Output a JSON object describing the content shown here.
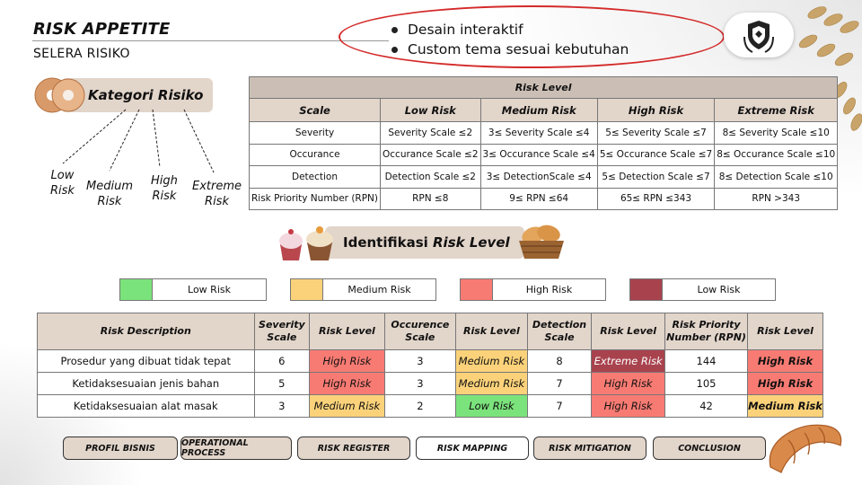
{
  "header": {
    "title": "RISK APPETITE",
    "subtitle": "SELERA RISIKO"
  },
  "notes": [
    "Desain interaktif",
    "Custom tema sesuai kebutuhan"
  ],
  "kategori": {
    "title": "Kategori Risiko",
    "items": [
      {
        "line1": "Low",
        "line2": "Risk"
      },
      {
        "line1": "Medium",
        "line2": "Risk"
      },
      {
        "line1": "High",
        "line2": "Risk"
      },
      {
        "line1": "Extreme",
        "line2": "Risk"
      }
    ]
  },
  "risk_level_table": {
    "title": "Risk Level",
    "columns": [
      "Scale",
      "Low Risk",
      "Medium Risk",
      "High Risk",
      "Extreme Risk"
    ],
    "rows": [
      [
        "Severity",
        "Severity Scale ≤2",
        "3≤ Severity Scale ≤4",
        "5≤ Severity Scale ≤7",
        "8≤ Severity Scale ≤10"
      ],
      [
        "Occurance",
        "Occurance Scale ≤2",
        "3≤ Occurance Scale ≤4",
        "5≤ Occurance Scale ≤7",
        "8≤ Occurance Scale ≤10"
      ],
      [
        "Detection",
        "Detection Scale ≤2",
        "3≤ DetectionScale ≤4",
        "5≤ Detection Scale ≤7",
        "8≤ Detection Scale ≤10"
      ],
      [
        "Risk Priority Number (RPN)",
        "RPN ≤8",
        "9≤ RPN ≤64",
        "65≤ RPN ≤343",
        "RPN >343"
      ]
    ]
  },
  "identifikasi": {
    "title_plain": "Identifikasi ",
    "title_italic": "Risk Level"
  },
  "legend": [
    {
      "label": "Low Risk",
      "color": "#7be37b"
    },
    {
      "label": "Medium Risk",
      "color": "#fbd27a"
    },
    {
      "label": "High Risk",
      "color": "#f87b73"
    },
    {
      "label": "Low Risk",
      "color": "#a8434e"
    }
  ],
  "level_colors": {
    "Low Risk": "#7be37b",
    "Medium Risk": "#fbd27a",
    "High Risk": "#f87b73",
    "Extreme Risk": "#a8434e"
  },
  "mapping_table": {
    "columns": [
      "Risk Description",
      "Severity Scale",
      "Risk Level",
      "Occurence Scale",
      "Risk Level",
      "Detection Scale",
      "Risk Level",
      "Risk Priority Number (RPN)",
      "Risk Level"
    ],
    "rows": [
      {
        "desc": "Prosedur yang dibuat tidak tepat",
        "sev": "6",
        "sev_lvl": "High Risk",
        "occ": "3",
        "occ_lvl": "Medium Risk",
        "det": "8",
        "det_lvl": "Extreme Risk",
        "rpn": "144",
        "rpn_lvl": "High Risk"
      },
      {
        "desc": "Ketidaksesuaian jenis bahan",
        "sev": "5",
        "sev_lvl": "High Risk",
        "occ": "3",
        "occ_lvl": "Medium Risk",
        "det": "7",
        "det_lvl": "High Risk",
        "rpn": "105",
        "rpn_lvl": "High Risk"
      },
      {
        "desc": "Ketidaksesuaian alat masak",
        "sev": "3",
        "sev_lvl": "Medium Risk",
        "occ": "2",
        "occ_lvl": "Low Risk",
        "det": "7",
        "det_lvl": "High Risk",
        "rpn": "42",
        "rpn_lvl": "Medium Risk"
      }
    ]
  },
  "nav": [
    {
      "label": "PROFIL BISNIS",
      "active": false
    },
    {
      "label": "OPERATIONAL PROCESS",
      "active": false
    },
    {
      "label": "RISK REGISTER",
      "active": false
    },
    {
      "label": "RISK MAPPING",
      "active": true
    },
    {
      "label": "RISK MITIGATION",
      "active": false
    },
    {
      "label": "CONCLUSION",
      "active": false
    }
  ]
}
